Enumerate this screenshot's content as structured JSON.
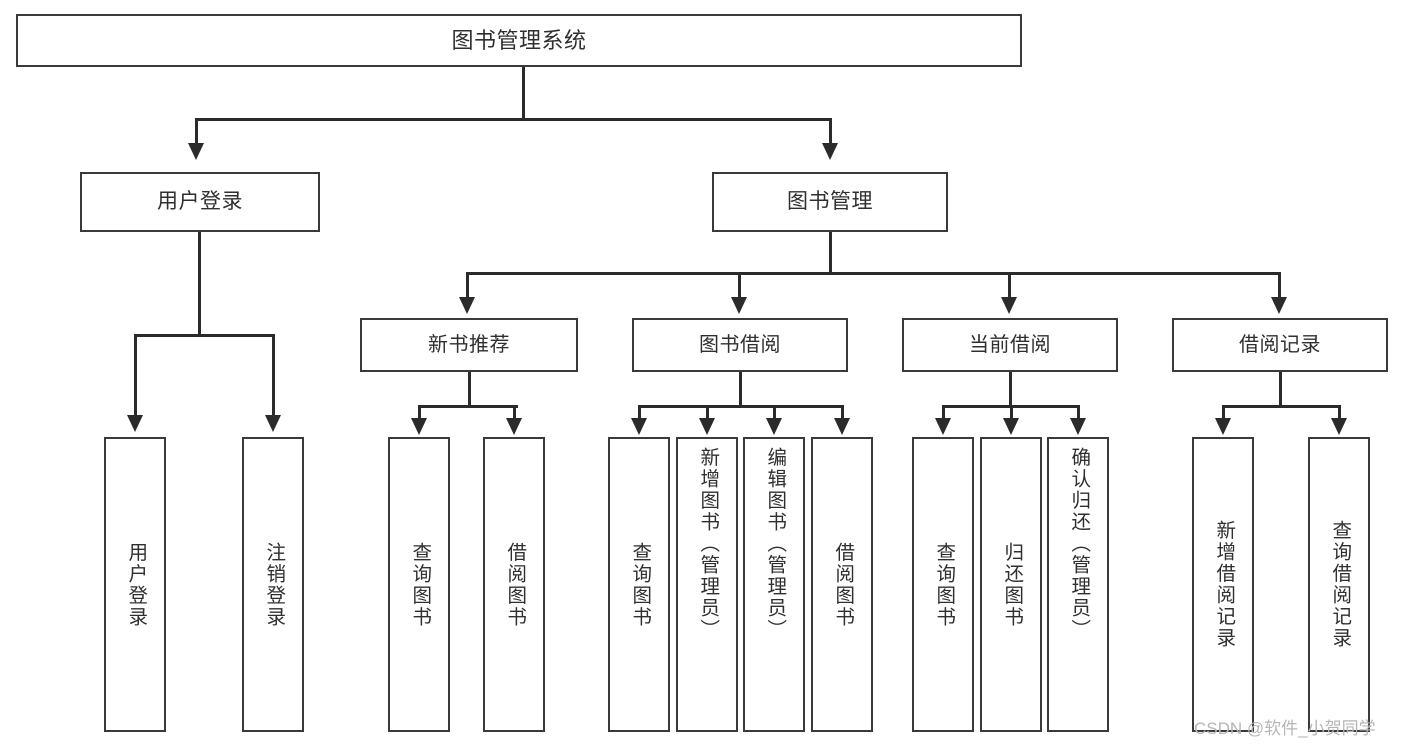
{
  "diagram": {
    "title": "图书管理系统",
    "root": {
      "id": "root",
      "label": "图书管理系统"
    },
    "level2": [
      {
        "id": "user-login",
        "label": "用户登录"
      },
      {
        "id": "book-management",
        "label": "图书管理"
      }
    ],
    "level3": [
      {
        "id": "new-book-recommend",
        "label": "新书推荐"
      },
      {
        "id": "book-borrow",
        "label": "图书借阅"
      },
      {
        "id": "current-borrow",
        "label": "当前借阅"
      },
      {
        "id": "borrow-record",
        "label": "借阅记录"
      }
    ],
    "leaves": {
      "user_login": [
        {
          "id": "leaf-user-login",
          "label": "用户登录"
        },
        {
          "id": "leaf-logout-login",
          "label": "注销登录"
        }
      ],
      "new_book_recommend": [
        {
          "id": "leaf-query-book-1",
          "label": "查询图书"
        },
        {
          "id": "leaf-borrow-book-1",
          "label": "借阅图书"
        }
      ],
      "book_borrow": [
        {
          "id": "leaf-query-book-2",
          "label": "查询图书"
        },
        {
          "id": "leaf-add-book",
          "label": "新增图书（管理员）"
        },
        {
          "id": "leaf-edit-book",
          "label": "编辑图书（管理员）"
        },
        {
          "id": "leaf-borrow-book-2",
          "label": "借阅图书"
        }
      ],
      "current_borrow": [
        {
          "id": "leaf-query-book-3",
          "label": "查询图书"
        },
        {
          "id": "leaf-return-book",
          "label": "归还图书"
        },
        {
          "id": "leaf-confirm-return",
          "label": "确认归还（管理员）"
        }
      ],
      "borrow_record": [
        {
          "id": "leaf-add-record",
          "label": "新增借阅记录"
        },
        {
          "id": "leaf-query-record",
          "label": "查询借阅记录"
        }
      ]
    }
  },
  "watermark": {
    "text": "CSDN @软件_小贺同学"
  },
  "colors": {
    "background": "#ffffff",
    "box_border": "#3a3a3a",
    "connector": "#2b2b2b",
    "text": "#2f2f2f",
    "watermark": "#b6b6b6"
  }
}
